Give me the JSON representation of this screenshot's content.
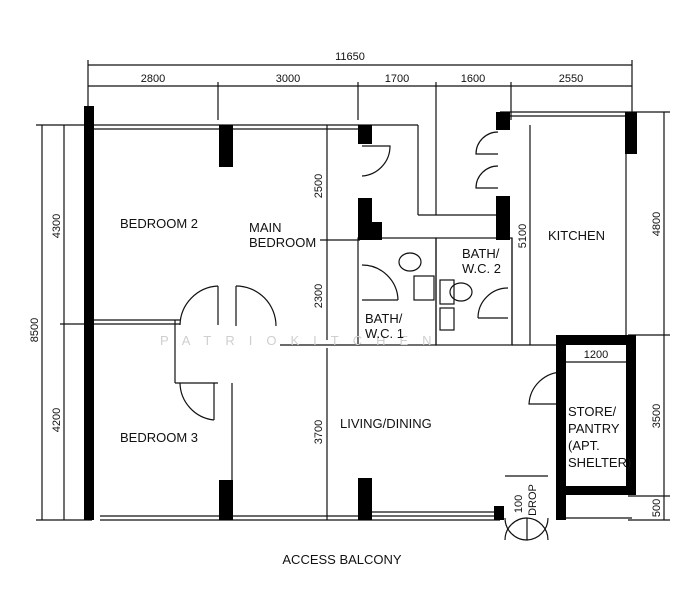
{
  "dimensions": {
    "overall_width": "11650",
    "top_segments": [
      "2800",
      "3000",
      "1700",
      "1600",
      "2550"
    ],
    "left_overall": "8500",
    "left_segments": [
      "4300",
      "4200"
    ],
    "right_segments": [
      "4800",
      "3500",
      "500"
    ],
    "main_bedroom_upper": "2500",
    "main_bedroom_lower": "2300",
    "living_depth": "3700",
    "kitchen_depth": "5100",
    "store_width": "1200",
    "drop": "100",
    "drop_label": "DROP"
  },
  "rooms": {
    "bedroom2": "BEDROOM 2",
    "main_bedroom_line1": "MAIN",
    "main_bedroom_line2": "BEDROOM",
    "bedroom3": "BEDROOM 3",
    "living_dining": "LIVING/DINING",
    "kitchen": "KITCHEN",
    "bath1_line1": "BATH/",
    "bath1_line2": "W.C. 1",
    "bath2_line1": "BATH/",
    "bath2_line2": "W.C. 2",
    "store_line1": "STORE/",
    "store_line2": "PANTRY",
    "store_line3": "(APT.",
    "store_line4": "SHELTER)"
  },
  "footer_label": "ACCESS BALCONY",
  "watermark": "PATRIOKITCHEN"
}
